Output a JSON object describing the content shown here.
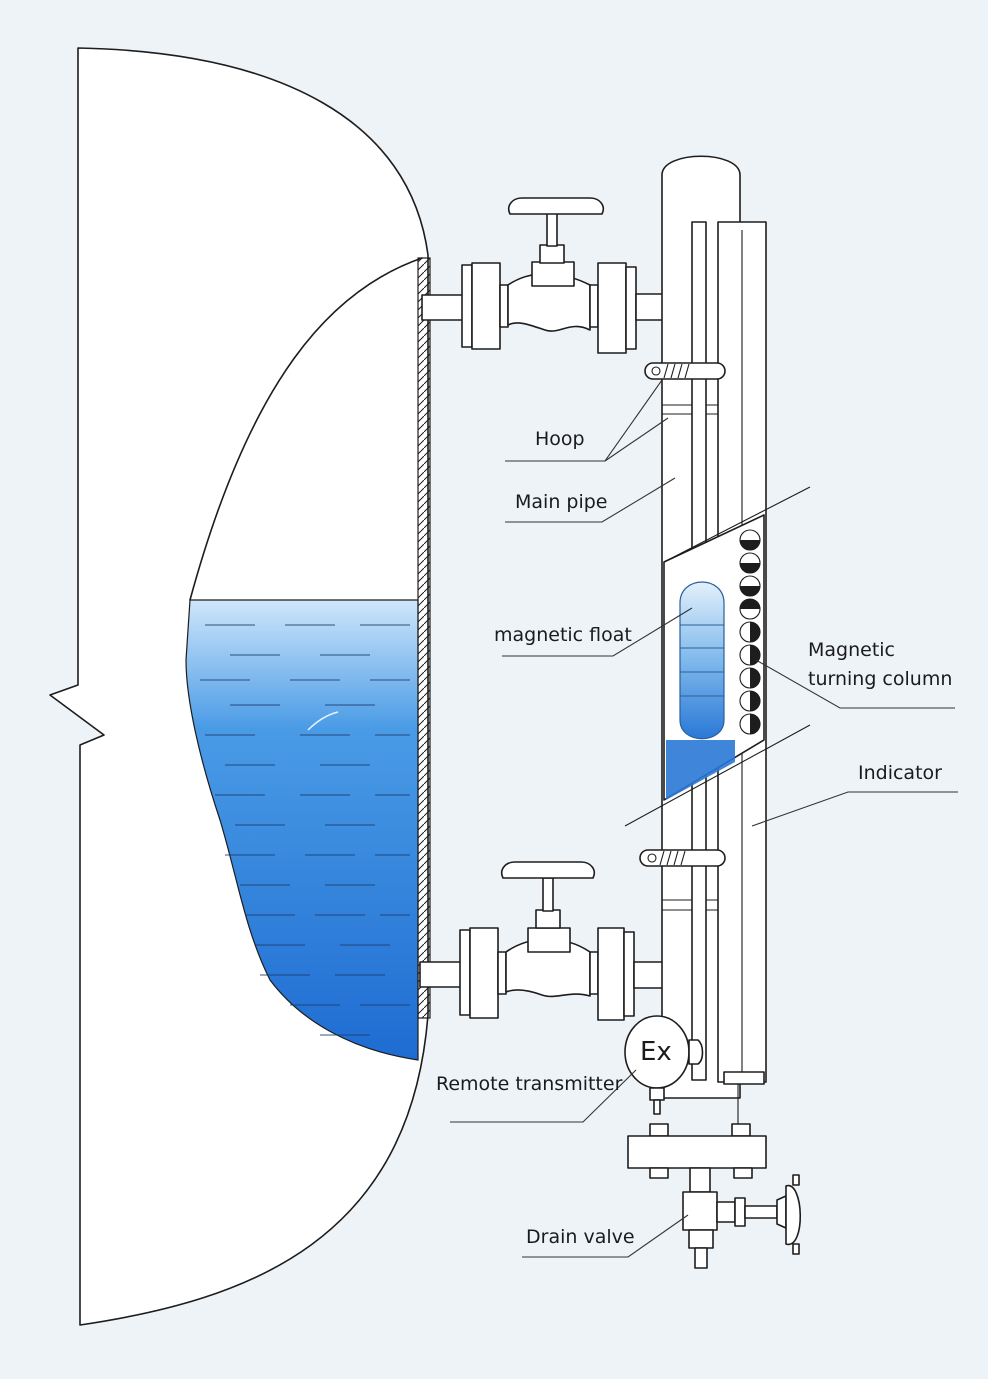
{
  "colors": {
    "background": "#eef3f8",
    "liquid_top": "#cfe6fa",
    "liquid_mid": "#4a9be6",
    "liquid_bottom": "#1e6cd2",
    "outline": "#1d1d1d"
  },
  "labels": {
    "hoop": "Hoop",
    "main_pipe": "Main pipe",
    "magnetic_float": "magnetic float",
    "magnetic_turning_column_1": "Magnetic",
    "magnetic_turning_column_2": "turning column",
    "indicator": "Indicator",
    "remote_transmitter": "Remote transmitter",
    "drain_valve": "Drain valve",
    "ex_mark": "Ex"
  }
}
